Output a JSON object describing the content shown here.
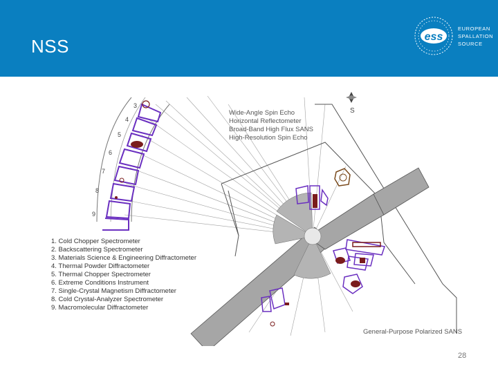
{
  "slide": {
    "title": "NSS",
    "page_number": "28"
  },
  "logo": {
    "mark": "ess",
    "line1": "EUROPEAN",
    "line2": "SPALLATION",
    "line3": "SOURCE"
  },
  "diagram": {
    "compass_label": "S",
    "top_right_instruments": [
      "Wide-Angle Spin Echo",
      "Horizontal Reflectometer",
      "Broad-Band High Flux SANS",
      "High-Resolution Spin Echo"
    ],
    "bottom_right_label": "General-Purpose Polarized SANS",
    "bay_numbers": [
      "3",
      "4",
      "5",
      "6",
      "7",
      "8",
      "9"
    ],
    "legend": [
      "1. Cold Chopper Spectrometer",
      "2. Backscattering Spectrometer",
      "3. Materials Science & Engineering Diffractometer",
      "4. Thermal Powder Diffractometer",
      "5. Thermal Chopper Spectrometer",
      "6. Extreme Conditions Instrument",
      "7. Single-Crystal Magnetism Diffractometer",
      "8. Cold Crystal-Analyzer Spectrometer",
      "9. Macromolecular Diffractometer"
    ],
    "colors": {
      "instrument_outline": "#6a2fc0",
      "sample_fill": "#7a1c1c",
      "beamline": "#9a9a9a",
      "building": "#555555"
    }
  }
}
